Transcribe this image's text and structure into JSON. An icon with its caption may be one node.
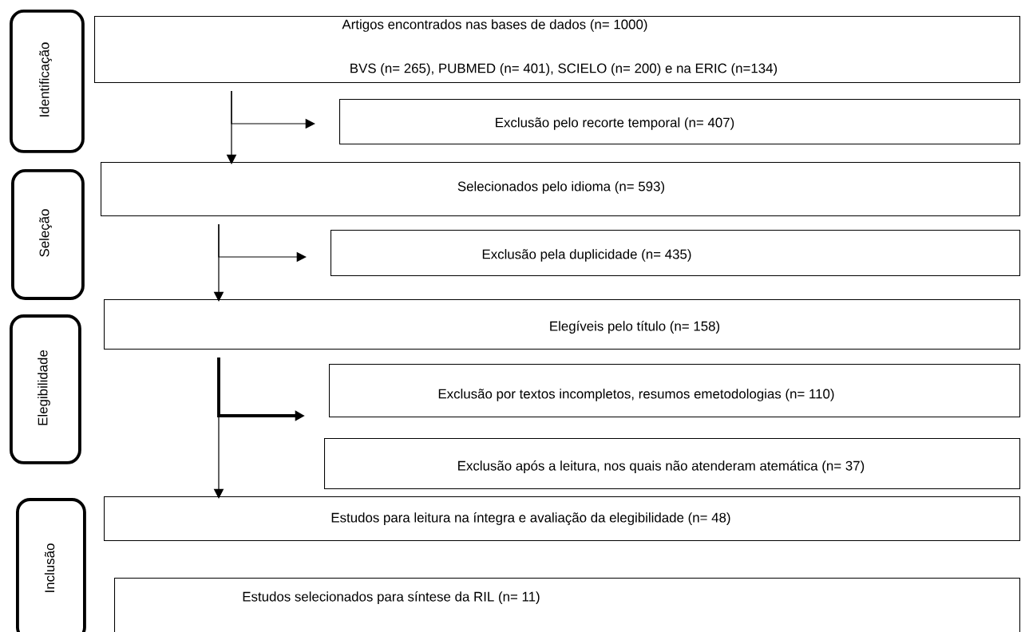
{
  "diagram": {
    "nodes": [
      {
        "text": [
          "Identificação"
        ]
      },
      {
        "text": [
          "Artigos encontrados nas bases de dados (n= 1000)",
          "BVS (n= 265), PUBMED (n= 401), SCIELO (n= 200) e na ERIC (n=134)"
        ]
      },
      {
        "text": [
          "Exclusão pelo recorte temporal (n= 407)"
        ]
      },
      {
        "text": [
          "Seleção"
        ]
      },
      {
        "text": [
          "Selecionados pelo idioma (n= 593)"
        ]
      },
      {
        "text": [
          "Exclusão pela duplicidade (n= 435)"
        ]
      },
      {
        "text": [
          "Elegibilidade"
        ]
      },
      {
        "text": [
          "Elegíveis pelo título (n= 158)"
        ]
      },
      {
        "text": [
          "Exclusão por textos incompletos, resumos emetodologias (n= 110)"
        ]
      },
      {
        "text": [
          "Exclusão após a leitura, nos quais não atenderam atemática (n= 37)"
        ]
      },
      {
        "text": [
          "Inclusão"
        ]
      },
      {
        "text": [
          "Estudos para leitura na íntegra e avaliação da elegibilidade (n= 48)"
        ]
      },
      {
        "text": [
          "Estudos selecionados para síntese da RIL (n= 11)"
        ]
      }
    ],
    "edges": [
      {
        "from": 1,
        "to": 4,
        "arrow": "to"
      },
      {
        "from": 1,
        "to": 2,
        "arrow": "to"
      },
      {
        "from": 4,
        "to": 7,
        "arrow": "to"
      },
      {
        "from": 4,
        "to": 5,
        "arrow": "to"
      },
      {
        "from": 7,
        "to": 11,
        "arrow": "to"
      },
      {
        "from": 7,
        "to": 8,
        "arrow": "to",
        "style": "thick"
      }
    ]
  }
}
